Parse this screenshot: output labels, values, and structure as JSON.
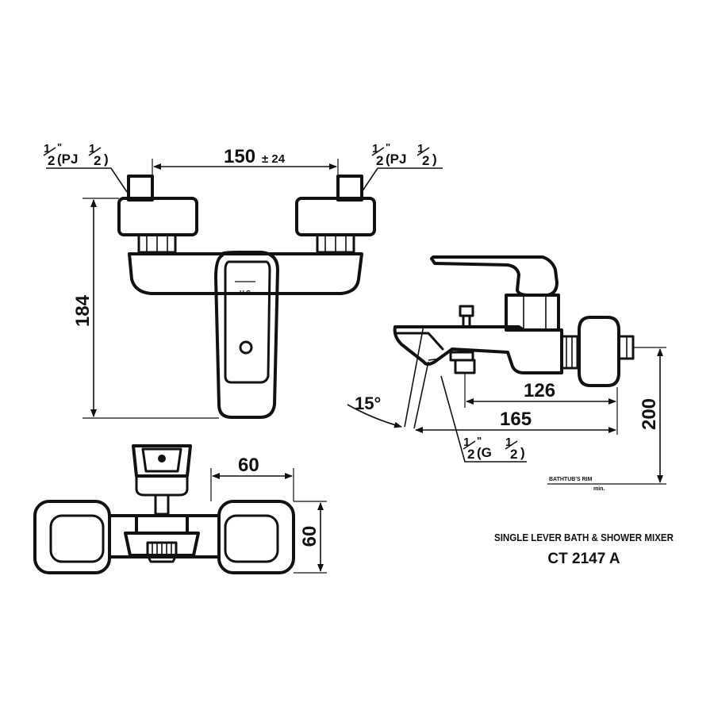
{
  "dimensions": {
    "spacing_value": "150",
    "spacing_tolerance": "± 24",
    "height_left": "184",
    "spout_reach_short": "126",
    "spout_reach_long": "165",
    "height_to_rim": "200",
    "angle": "15°",
    "top_width": "60",
    "top_depth": "60"
  },
  "threads": {
    "inlet_left": {
      "frac_num": "1",
      "frac_den": "2",
      "inch": "\"",
      "paren": "(PJ",
      "frac2_num": "1",
      "frac2_den": "2",
      "close": ")"
    },
    "inlet_right": {
      "frac_num": "1",
      "frac_den": "2",
      "inch": "\"",
      "paren": "(PJ",
      "frac2_num": "1",
      "frac2_den": "2",
      "close": ")"
    },
    "shower_outlet": {
      "frac_num": "1",
      "frac_den": "2",
      "inch": "\"",
      "paren": "(G",
      "frac2_num": "1",
      "frac2_den": "2",
      "close": ")"
    }
  },
  "markings": {
    "rim_label": "BATHTUB'S RIM",
    "rim_sub": "min.",
    "lever_marks": "H  C"
  },
  "title_block": {
    "product_name": "SINGLE LEVER BATH & SHOWER MIXER",
    "model": "CT 2147 A"
  }
}
